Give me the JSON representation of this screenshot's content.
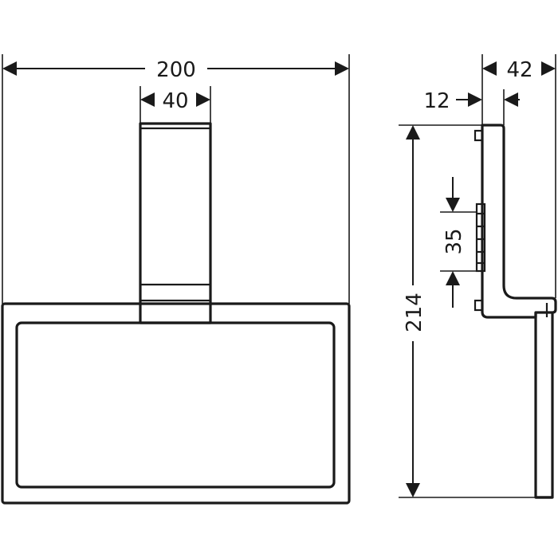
{
  "dimensions": {
    "overall_width": "200",
    "mount_width": "40",
    "depth": "42",
    "offset": "12",
    "height": "214",
    "bracket_spacing": "35"
  },
  "colors": {
    "line": "#1a1a1a",
    "background": "#ffffff"
  }
}
